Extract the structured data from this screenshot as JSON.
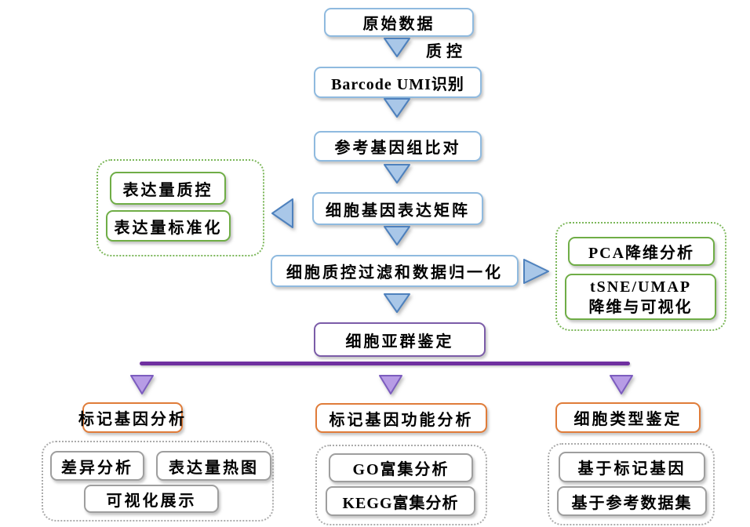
{
  "flow": {
    "nodes": {
      "raw_data": "原始数据",
      "barcode": "Barcode UMI识别",
      "alignment": "参考基因组比对",
      "matrix": "细胞基因表达矩阵",
      "qc_normalize": "细胞质控过滤和数据归一化",
      "clustering": "细胞亚群鉴定"
    },
    "edge_label_qc": "质控",
    "left_group": {
      "items": [
        "表达量质控",
        "表达量标准化"
      ]
    },
    "right_group": {
      "item1": "PCA降维分析",
      "item2_line1": "tSNE/UMAP",
      "item2_line2": "降维与可视化"
    },
    "branches": [
      {
        "header": "标记基因分析",
        "items": [
          "差异分析",
          "表达量热图",
          "可视化展示"
        ]
      },
      {
        "header": "标记基因功能分析",
        "items": [
          "GO富集分析",
          "KEGG富集分析"
        ]
      },
      {
        "header": "细胞类型鉴定",
        "items": [
          "基于标记基因",
          "基于参考数据集"
        ]
      }
    ],
    "colors": {
      "blue_border": "#8FBADF",
      "blue_arrow_fill": "#A9C7E8",
      "blue_arrow_stroke": "#4E81BD",
      "green_border": "#6FAD46",
      "green_dotted": "#7CB75A",
      "purple_line": "#7030A0",
      "purple_box_border": "#7B5CA8",
      "purple_arrow_fill": "#B79CE5",
      "purple_arrow_stroke": "#7C5CBF",
      "orange_border": "#E07C39",
      "gray_border": "#9E9E9E",
      "gray_dotted": "#ABABAB"
    }
  }
}
